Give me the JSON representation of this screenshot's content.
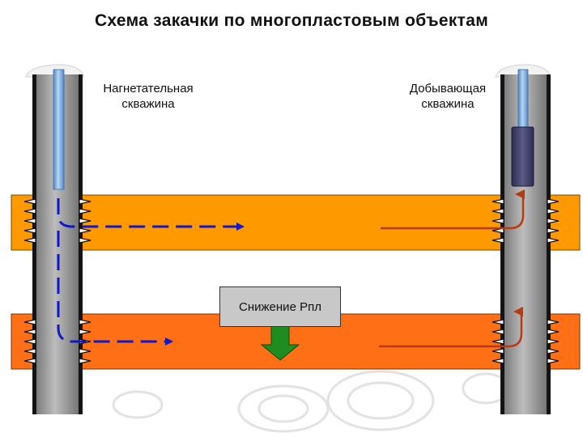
{
  "title": "Схема закачки по многопластовым объектам",
  "wells": {
    "injection": {
      "label_line1": "Нагнетательная",
      "label_line2": "скважина"
    },
    "production": {
      "label_line1": "Добывающая",
      "label_line2": "скважина"
    }
  },
  "pressure_box": {
    "label": "Снижение Рпл"
  },
  "colors": {
    "upper_layer": "#FF9900",
    "lower_layer": "#FF6F16",
    "injection_flow": "#1018C8",
    "production_flow": "#B83A10",
    "pressure_arrow": "#1E8C1E",
    "pump": "#40406A",
    "tubing": "#7FB0DF",
    "casing": "#9A9A9A"
  }
}
